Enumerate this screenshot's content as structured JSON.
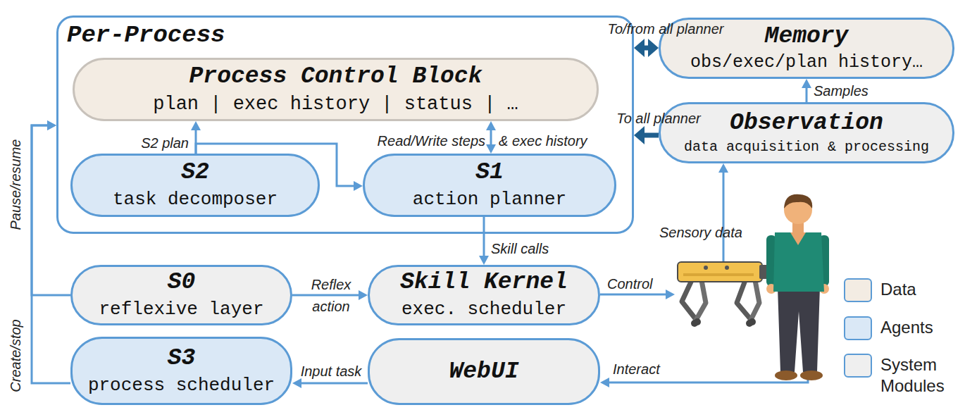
{
  "diagram": {
    "nodes": [
      {
        "text": [
          "Per-Process"
        ]
      },
      {
        "text": [
          "Process Control Block",
          "plan | exec history | status | …"
        ],
        "in": 0
      },
      {
        "text": [
          "S2",
          "task decomposer"
        ],
        "in": 0
      },
      {
        "text": [
          "S1",
          "action planner"
        ],
        "in": 0
      },
      {
        "text": [
          "Memory",
          "obs/exec/plan history…"
        ]
      },
      {
        "text": [
          "Observation",
          "data acquisition & processing"
        ]
      },
      {
        "text": [
          "S0",
          "reflexive layer"
        ]
      },
      {
        "text": [
          "Skill Kernel",
          "exec. scheduler"
        ]
      },
      {
        "text": [
          "S3",
          "process scheduler"
        ]
      },
      {
        "text": [
          "WebUI"
        ]
      }
    ],
    "edges": [
      {
        "from": 2,
        "to": 1,
        "label": "S2 plan",
        "arrow": "to"
      },
      {
        "from": 2,
        "to": 3,
        "arrow": "to"
      },
      {
        "from": 3,
        "to": 1,
        "label": "Read/Write steps",
        "arrow": "both"
      },
      {
        "from": 3,
        "to": 7,
        "label": "Skill calls",
        "arrow": "to"
      },
      {
        "from": 6,
        "to": 7,
        "label": "Reflex action",
        "arrow": "to"
      },
      {
        "from": 9,
        "to": 8,
        "label": "Input task",
        "arrow": "to"
      },
      {
        "from": 8,
        "to": 0,
        "label": "Create/stop",
        "arrow": "to"
      },
      {
        "from": 6,
        "to": 0,
        "label": "Pause/resume",
        "arrow": "to"
      },
      {
        "from": 5,
        "to": 4,
        "label": "Samples",
        "arrow": "to"
      },
      {
        "from": 4,
        "to": 0,
        "label": "To/from all planner",
        "arrow": "both"
      },
      {
        "from": 5,
        "to": 0,
        "label": "To all planner",
        "arrow": "to"
      }
    ],
    "labels": [
      "& exec history",
      "Control",
      "Sensory data",
      "Interact"
    ],
    "legend": [
      {
        "text": "Data",
        "color": "#f3ece3"
      },
      {
        "text": "Agents",
        "color": "#dae8f6"
      },
      {
        "text": "System Modules",
        "color": "#efefef"
      }
    ]
  }
}
